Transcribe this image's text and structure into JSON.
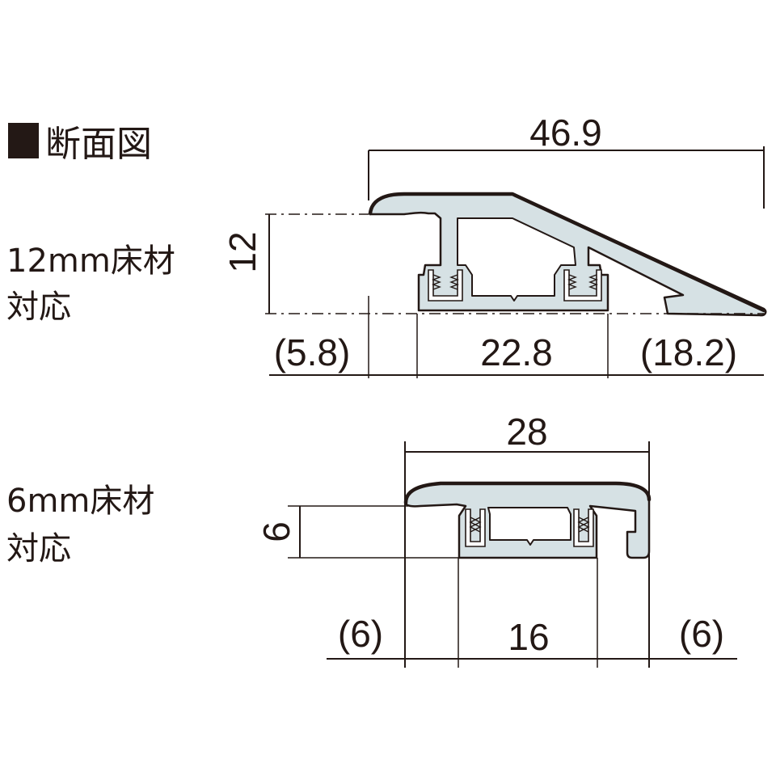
{
  "heading": {
    "title": "断面図"
  },
  "profile_12mm": {
    "label_line1": "12mm床材",
    "label_line2": "対応",
    "dim_width_total": "46.9",
    "dim_height": "12",
    "dim_left": "(5.8)",
    "dim_center": "22.8",
    "dim_right": "(18.2)"
  },
  "profile_6mm": {
    "label_line1": "6mm床材",
    "label_line2": "対応",
    "dim_width_total": "28",
    "dim_height": "6",
    "dim_left": "(6)",
    "dim_center": "16",
    "dim_right": "(6)"
  },
  "colors": {
    "ink": "#231815",
    "profile_fill": "#d6e1e4"
  }
}
